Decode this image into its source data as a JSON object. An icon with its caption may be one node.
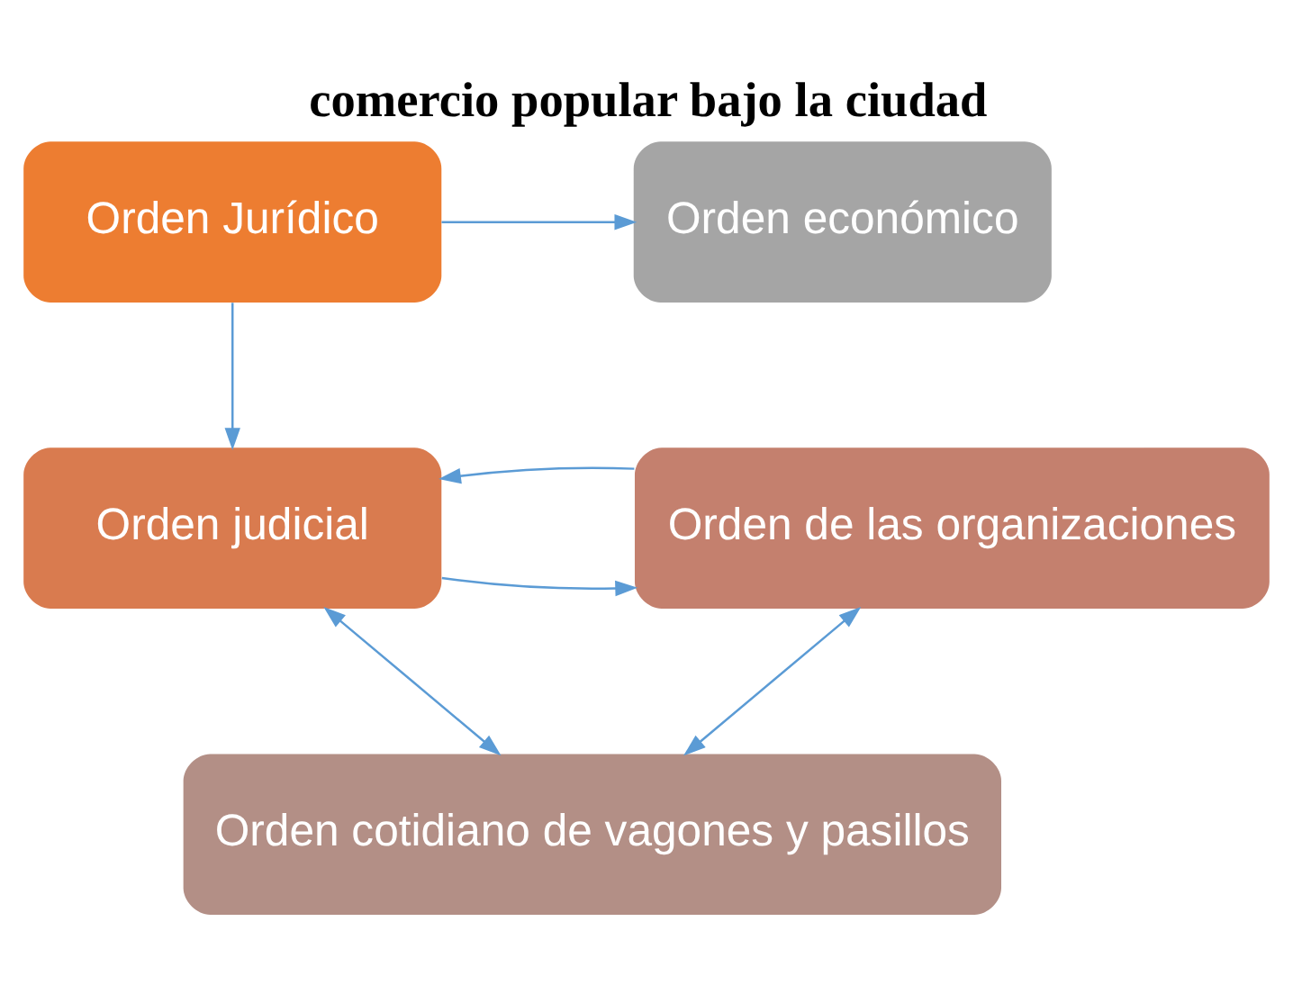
{
  "diagram": {
    "title": "comercio popular bajo la ciudad",
    "nodes": [
      {
        "text": [
          "Orden Jurídico"
        ]
      },
      {
        "text": [
          "Orden económico"
        ]
      },
      {
        "text": [
          "Orden judicial"
        ]
      },
      {
        "text": [
          "Orden de las organizaciones"
        ]
      },
      {
        "text": [
          "Orden cotidiano de vagones y pasillos"
        ]
      }
    ],
    "edges": [
      {
        "from": 0,
        "to": 1,
        "arrow": "to"
      },
      {
        "from": 0,
        "to": 2,
        "arrow": "to"
      },
      {
        "from": 2,
        "to": 3,
        "arrow": "to"
      },
      {
        "from": 3,
        "to": 2,
        "arrow": "to"
      },
      {
        "from": 2,
        "to": 4,
        "arrow": "both"
      },
      {
        "from": 3,
        "to": 4,
        "arrow": "both"
      }
    ]
  }
}
